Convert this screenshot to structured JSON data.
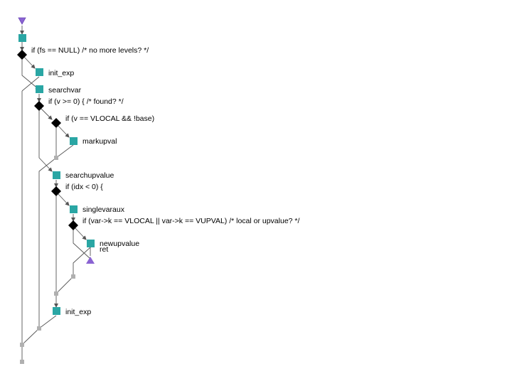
{
  "colors": {
    "box": "#2aa6a4",
    "decision": "#000000",
    "start_end": "#8a63d2",
    "junction": "#b0b0b0",
    "line": "#555555"
  },
  "nodes": {
    "cond_fs_null": "if (fs == NULL)  /* no more levels? */",
    "init_exp_1": "init_exp",
    "searchvar": "searchvar",
    "cond_v_ge_0": "if (v >= 0) {  /* found? */",
    "cond_vlocal_base": "if (v == VLOCAL && !base)",
    "markupval": "markupval",
    "searchupvalue": "searchupvalue",
    "cond_idx_lt_0": "if (idx < 0) {",
    "singlevaraux": "singlevaraux",
    "cond_var_k": "if (var->k == VLOCAL || var->k == VUPVAL)  /* local or upvalue? */",
    "newupvalue": "newupvalue",
    "ret": "ret",
    "init_exp_2": "init_exp"
  }
}
